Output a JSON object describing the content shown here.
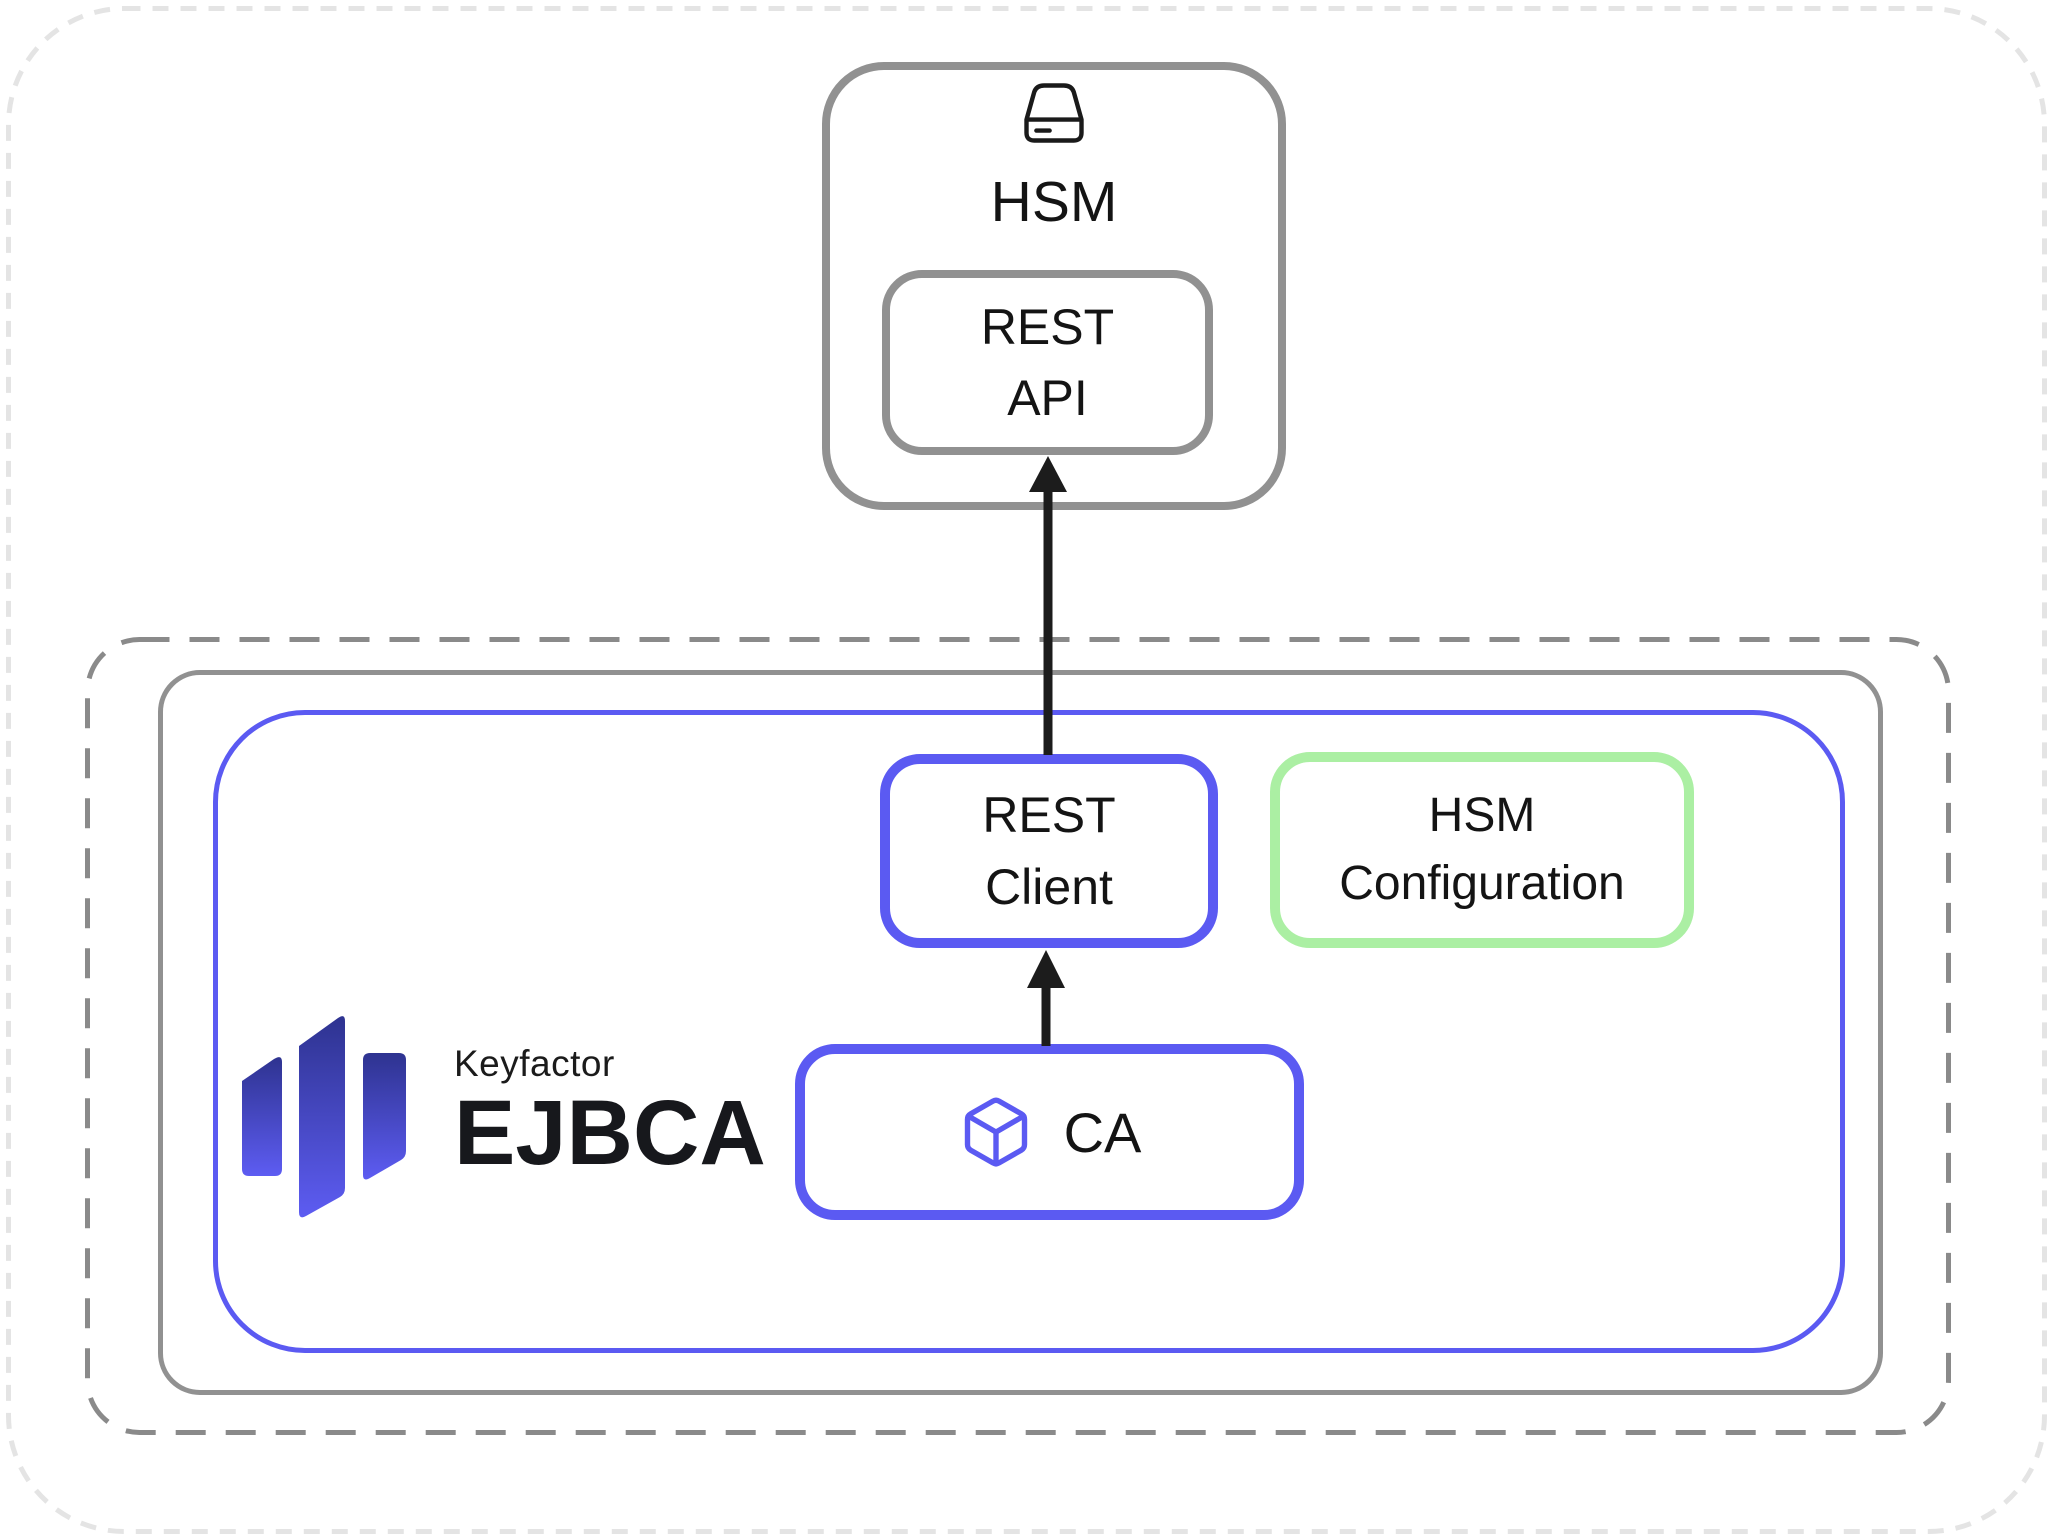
{
  "hsm": {
    "label": "HSM",
    "rest_api": {
      "line1": "REST",
      "line2": "API"
    }
  },
  "ejbca": {
    "logo": {
      "brand": "Keyfactor",
      "product": "EJBCA"
    },
    "rest_client": {
      "line1": "REST",
      "line2": "Client"
    },
    "hsm_configuration": {
      "line1": "HSM",
      "line2": "Configuration"
    },
    "ca": {
      "label": "CA"
    }
  },
  "connections": [
    {
      "from": "CA",
      "to": "REST Client"
    },
    {
      "from": "REST Client",
      "to": "REST API"
    }
  ],
  "colors": {
    "accent_blue": "#5b5af2",
    "accent_green": "#abefa3",
    "border_gray": "#919191",
    "arrow_black": "#1c1c1c",
    "text_black": "#141414",
    "logo_gradient_top": "#2e3390",
    "logo_gradient_bottom": "#5d5cf2"
  }
}
